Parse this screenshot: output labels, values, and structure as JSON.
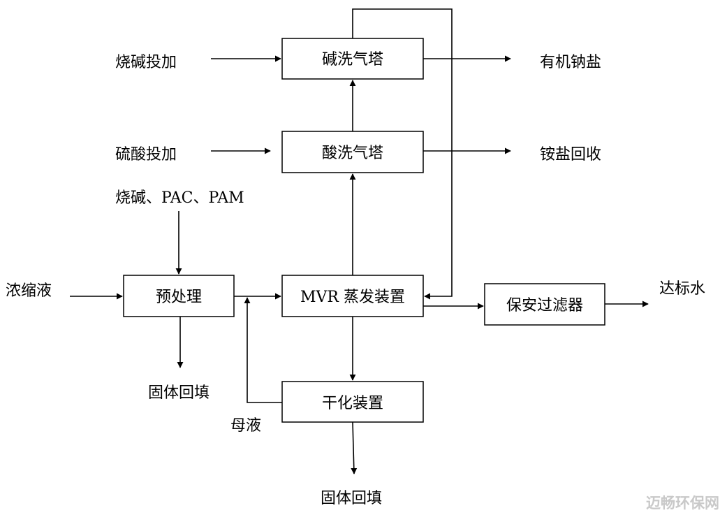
{
  "nodes": {
    "alkali_tower": "碱洗气塔",
    "acid_tower": "酸洗气塔",
    "pretreatment": "预处理",
    "mvr": "MVR 蒸发装置",
    "drying": "干化装置",
    "security_filter": "保安过滤器"
  },
  "labels": {
    "caustic_dosing": "烧碱投加",
    "sulfuric_dosing": "硫酸投加",
    "organic_sodium": "有机钠盐",
    "ammonium_recovery": "铵盐回收",
    "chemicals": "烧碱、PAC、PAM",
    "concentrate": "浓缩液",
    "compliant_water": "达标水",
    "solid_backfill_1": "固体回填",
    "solid_backfill_2": "固体回填",
    "mother_liquor": "母液"
  },
  "watermark": "迈畅环保网",
  "colors": {
    "line": "#000000",
    "watermark": "#c9c9c9"
  }
}
